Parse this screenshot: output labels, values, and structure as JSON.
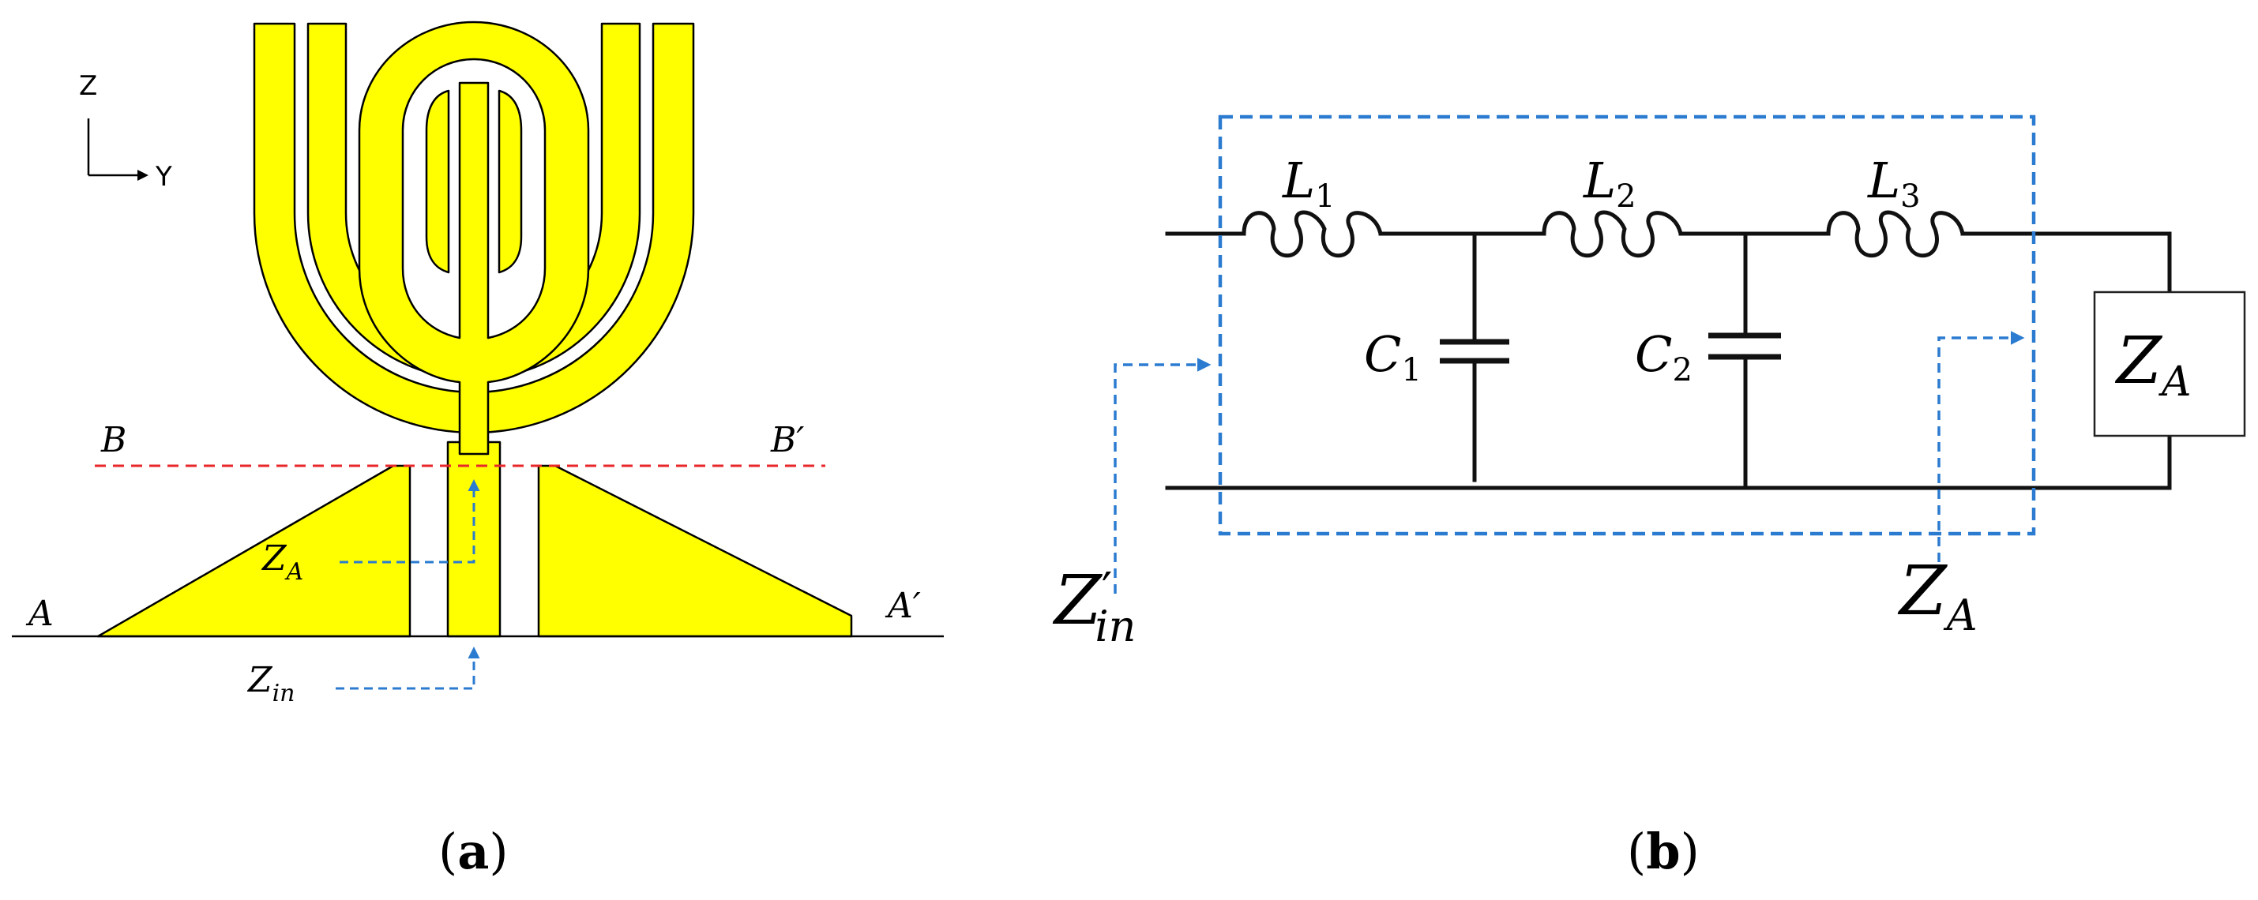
{
  "panel_a": {
    "caption": {
      "open": "(",
      "letter": "a",
      "close": ")"
    },
    "axes": {
      "vertical": "Z",
      "horizontal": "Y"
    },
    "cut_b": {
      "left": "B",
      "right": "B′"
    },
    "cut_a": {
      "left": "A",
      "right": "A′"
    },
    "za_label": {
      "base": "Z",
      "sub": "A"
    },
    "zin_label": {
      "base": "Z",
      "sub": "in"
    },
    "colors": {
      "antenna": "#FFFF00",
      "cut_line": "#E8272A",
      "arrow": "#2B7BD0"
    }
  },
  "panel_b": {
    "caption": {
      "open": "(",
      "letter": "b",
      "close": ")"
    },
    "inductors": [
      {
        "base": "L",
        "sub": "1"
      },
      {
        "base": "L",
        "sub": "2"
      },
      {
        "base": "L",
        "sub": "3"
      }
    ],
    "capacitors": [
      {
        "base": "C",
        "sub": "1"
      },
      {
        "base": "C",
        "sub": "2"
      }
    ],
    "load": {
      "base": "Z",
      "sub": "A"
    },
    "zin_prime": {
      "base": "Z",
      "prime": "′",
      "sub": "in"
    },
    "za_label": {
      "base": "Z",
      "sub": "A"
    },
    "colors": {
      "box": "#2B7BD0",
      "wire": "#111111"
    }
  }
}
